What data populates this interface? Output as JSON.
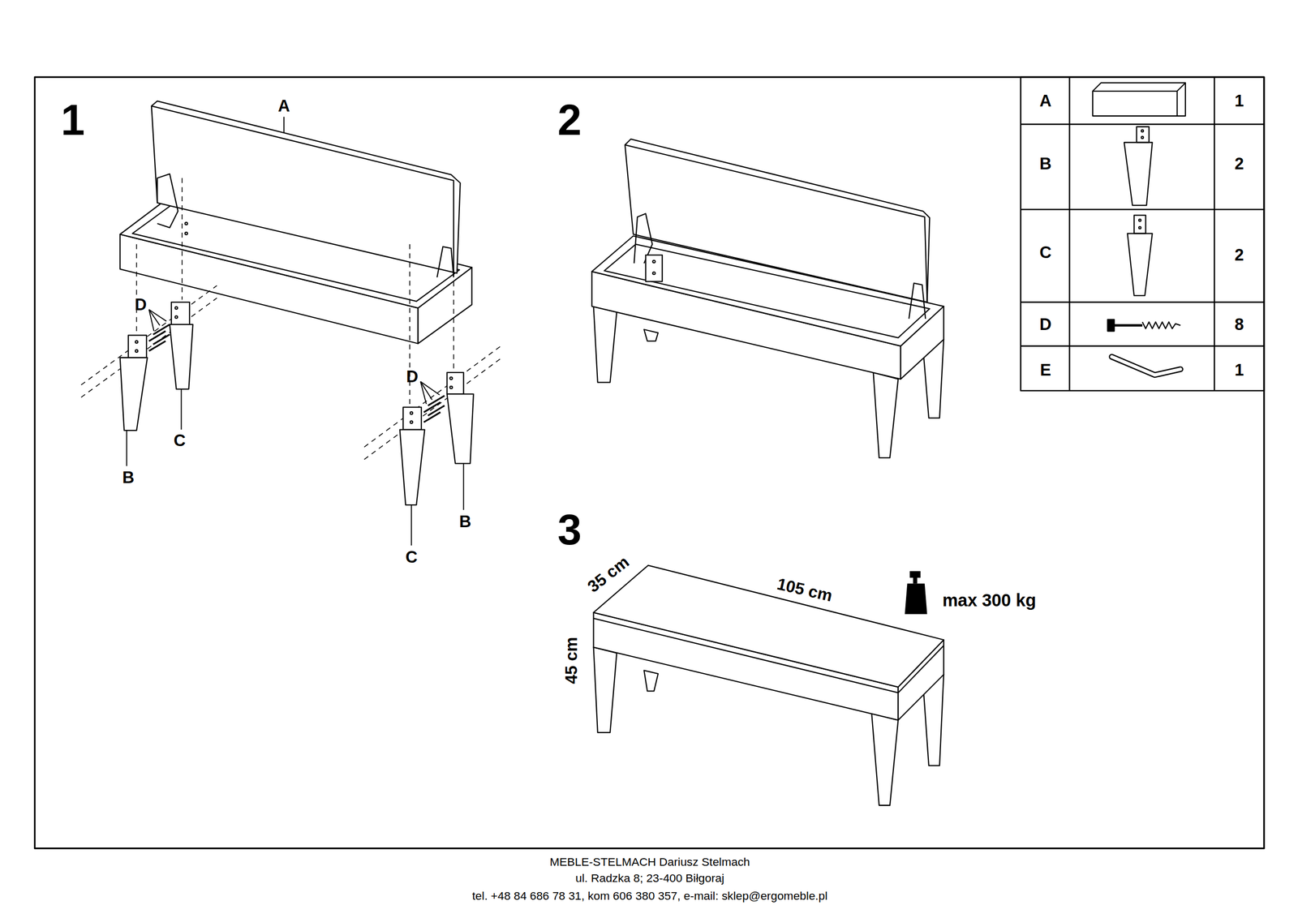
{
  "diagram": {
    "labels": [
      "1",
      "A",
      "D",
      "C",
      "B",
      "D",
      "B",
      "C",
      "2",
      "3",
      "35 cm",
      "105 cm",
      "45 cm",
      "max 300 kg",
      "A",
      "1",
      "B",
      "2",
      "C",
      "2",
      "D",
      "8",
      "E",
      "1",
      "MEBLE-STELMACH  Dariusz Stelmach",
      "ul. Radzka 8;  23-400 Biłgoraj",
      "tel. +48 84 686 78 31, kom  606 380 357, e-mail: sklep@ergomeble.pl"
    ]
  }
}
